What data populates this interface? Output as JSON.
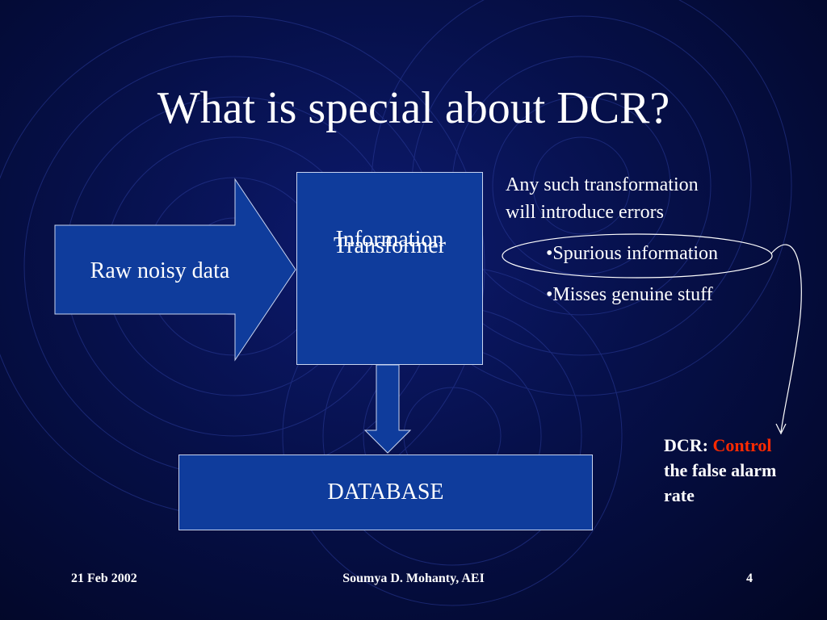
{
  "slide": {
    "title": "What is special about DCR?"
  },
  "diagram": {
    "input_arrow_label": "Raw noisy data",
    "transformer_label_line1": "Information",
    "transformer_label_line2": "Transformer",
    "database_label": "DATABASE"
  },
  "notes": {
    "line1": "Any such transformation",
    "line2": "will introduce errors",
    "bullet1": "•Spurious information",
    "bullet2": "•Misses genuine stuff"
  },
  "dcr_note": {
    "prefix": "DCR:",
    "highlight": "Control",
    "line2": "the false alarm",
    "line3": "rate",
    "highlight_color": "#ff2a00"
  },
  "footer": {
    "date": "21 Feb 2002",
    "author": "Soumya D. Mohanty, AEI",
    "page": "4"
  },
  "colors": {
    "box_fill": "#0f3c9c",
    "background": "#06104a"
  }
}
